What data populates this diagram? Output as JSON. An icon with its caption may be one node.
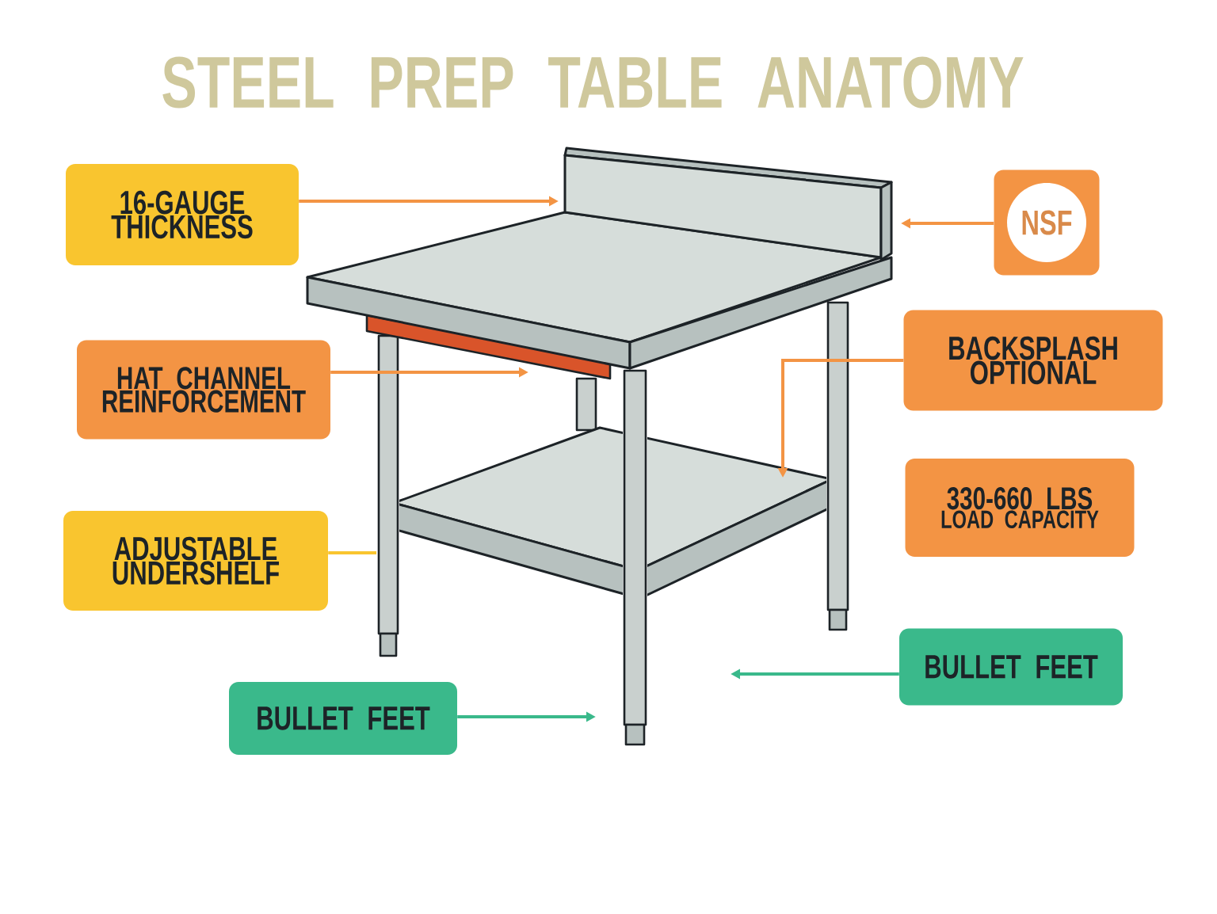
{
  "diagram": {
    "title": "STEEL PREP TABLE ANATOMY",
    "nodes": [
      {
        "text": [
          "16-GAUGE THICKNESS"
        ]
      },
      {
        "text": [
          "NSF"
        ]
      },
      {
        "text": [
          "HAT CHANNEL REINFORCEMENT"
        ]
      },
      {
        "text": [
          "BACKSPLASH OPTIONAL"
        ]
      },
      {
        "text": [
          "ADJUSTABLE UNDERSHELF"
        ]
      },
      {
        "text": [
          "330-660 LBS",
          "LOAD CAPACITY"
        ]
      },
      {
        "text": [
          "BULLET FEET"
        ]
      },
      {
        "text": [
          "BULLET FEET"
        ]
      },
      {
        "text": [],
        "shape": "box"
      },
      {
        "text": [],
        "shape": "box"
      },
      {
        "text": [],
        "shape": "bar"
      },
      {
        "text": [],
        "shape": "box"
      },
      {
        "text": [],
        "shape": "bar"
      },
      {
        "text": [],
        "shape": "bar"
      },
      {
        "text": [],
        "shape": "bar"
      },
      {
        "text": [],
        "shape": "bar"
      }
    ],
    "edges": [
      {
        "from": 0,
        "to": 8,
        "arrow": "to"
      },
      {
        "from": 1,
        "to": 8,
        "arrow": "to"
      },
      {
        "from": 2,
        "to": 10,
        "arrow": "to"
      },
      {
        "from": 3,
        "to": 11,
        "arrow": "to"
      },
      {
        "from": 4,
        "to": 12,
        "arrow": "none",
        "color": "#f9c52f"
      },
      {
        "from": 6,
        "to": null,
        "arrow": "to",
        "color": "#3ab98b"
      },
      {
        "from": 7,
        "to": null,
        "arrow": "to",
        "color": "#3ab98b"
      }
    ]
  }
}
